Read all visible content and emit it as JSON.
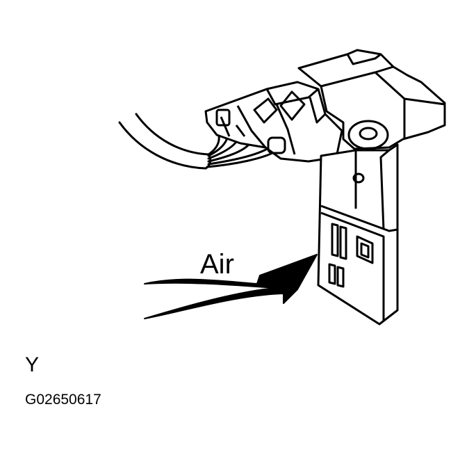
{
  "diagram": {
    "labels": {
      "air": "Air",
      "view": "Y",
      "figure_code": "G02650617"
    },
    "colors": {
      "line": "#000000",
      "fill": "#ffffff"
    },
    "icons": {
      "sensor": "mass-air-flow-sensor-drawing",
      "arrow": "air-flow-arrow"
    }
  }
}
